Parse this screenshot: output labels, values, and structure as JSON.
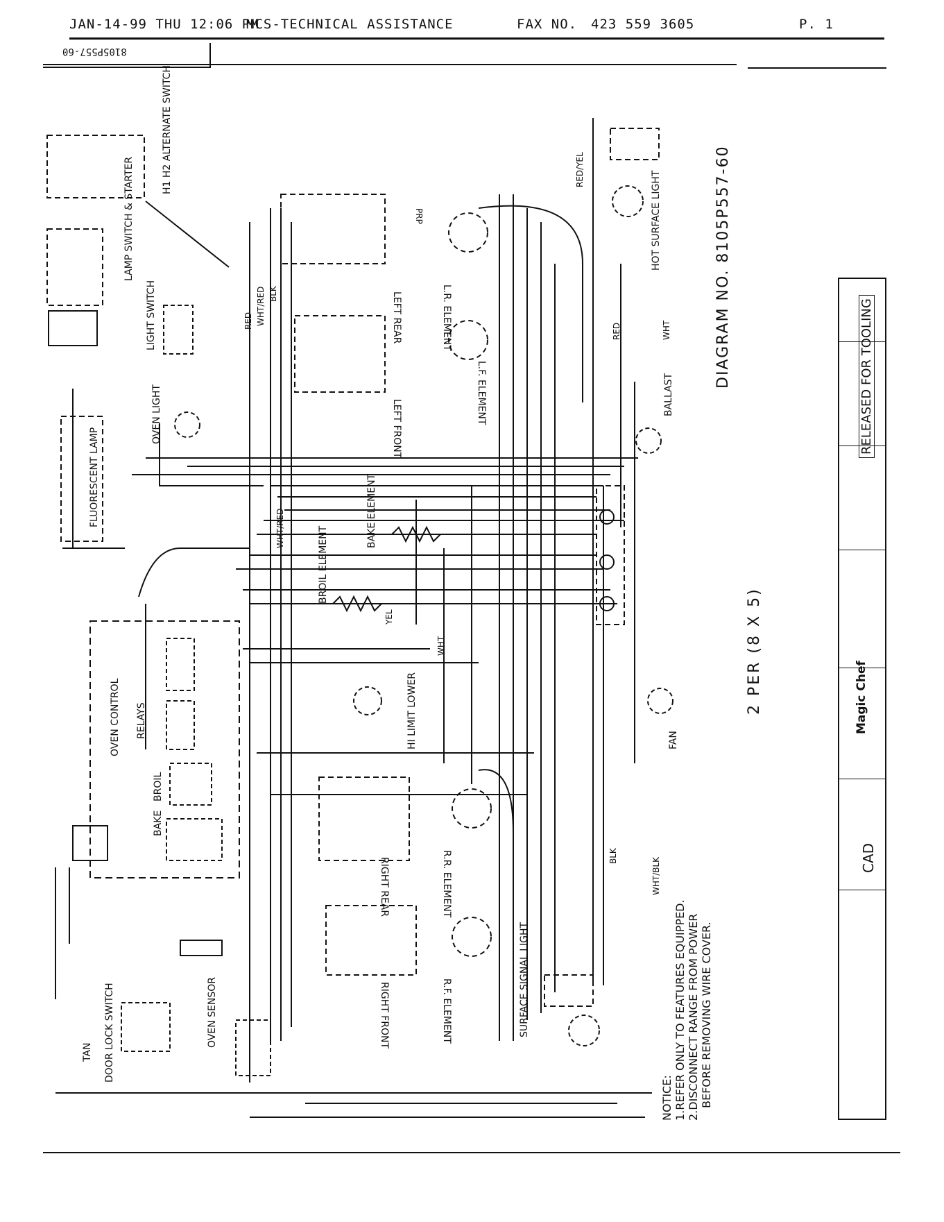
{
  "fax_header": {
    "date": "JAN-14-99 THU 12:06 PM",
    "sender": "MCS-TECHNICAL ASSISTANCE",
    "fax_label": "FAX NO.",
    "fax_number": "423 559 3605",
    "page": "P. 1"
  },
  "stub_number": "8105P557-60",
  "diagram_label": "DIAGRAM NO. 8105P557-60",
  "per_label": "2 PER (8 X 5)",
  "notice": {
    "title": "NOTICE:",
    "line1": "1.REFER ONLY TO FEATURES EQUIPPED.",
    "line2": "2.DISCONNECT RANGE FROM POWER",
    "line3": "BEFORE REMOVING WIRE COVER."
  },
  "title_block": {
    "brand": "Magic Chef",
    "released": "RELEASED FOR TOOLING",
    "cad": "CAD"
  },
  "components": {
    "alternate_switch": "H1 H2 ALTERNATE SWITCH",
    "lamp_switch": "LAMP SWITCH & STARTER",
    "light_switch": "LIGHT SWITCH",
    "fluorescent_lamp": "FLUORESCENT LAMP",
    "oven_light": "OVEN LIGHT",
    "left_rear": "LEFT REAR",
    "left_front": "LEFT FRONT",
    "lr_element": "L.R. ELEMENT",
    "lf_element": "L.F. ELEMENT",
    "hot_surface_light": "HOT SURFACE LIGHT",
    "ballast": "BALLAST",
    "broil_element": "BROIL ELEMENT",
    "bake_element": "BAKE ELEMENT",
    "oven_control": "OVEN CONTROL",
    "relays": "RELAYS",
    "broil": "BROIL",
    "bake": "BAKE",
    "hi_limit": "HI LIMIT LOWER",
    "fan": "FAN",
    "right_rear": "RIGHT REAR",
    "right_front": "RIGHT FRONT",
    "rr_element": "R.R. ELEMENT",
    "rf_element": "R.F. ELEMENT",
    "surface_signal_light": "SURFACE SIGNAL LIGHT",
    "oven_sensor": "OVEN SENSOR",
    "door_lock_switch": "DOOR LOCK SWITCH",
    "tan": "TAN"
  },
  "wire_labels": {
    "red_yel": "RED/YEL",
    "red": "RED",
    "wht_red": "WHT/RED",
    "blk": "BLK",
    "wht": "WHT",
    "yel": "YEL",
    "prp": "PRP",
    "wht_blk": "WHT/BLK"
  }
}
